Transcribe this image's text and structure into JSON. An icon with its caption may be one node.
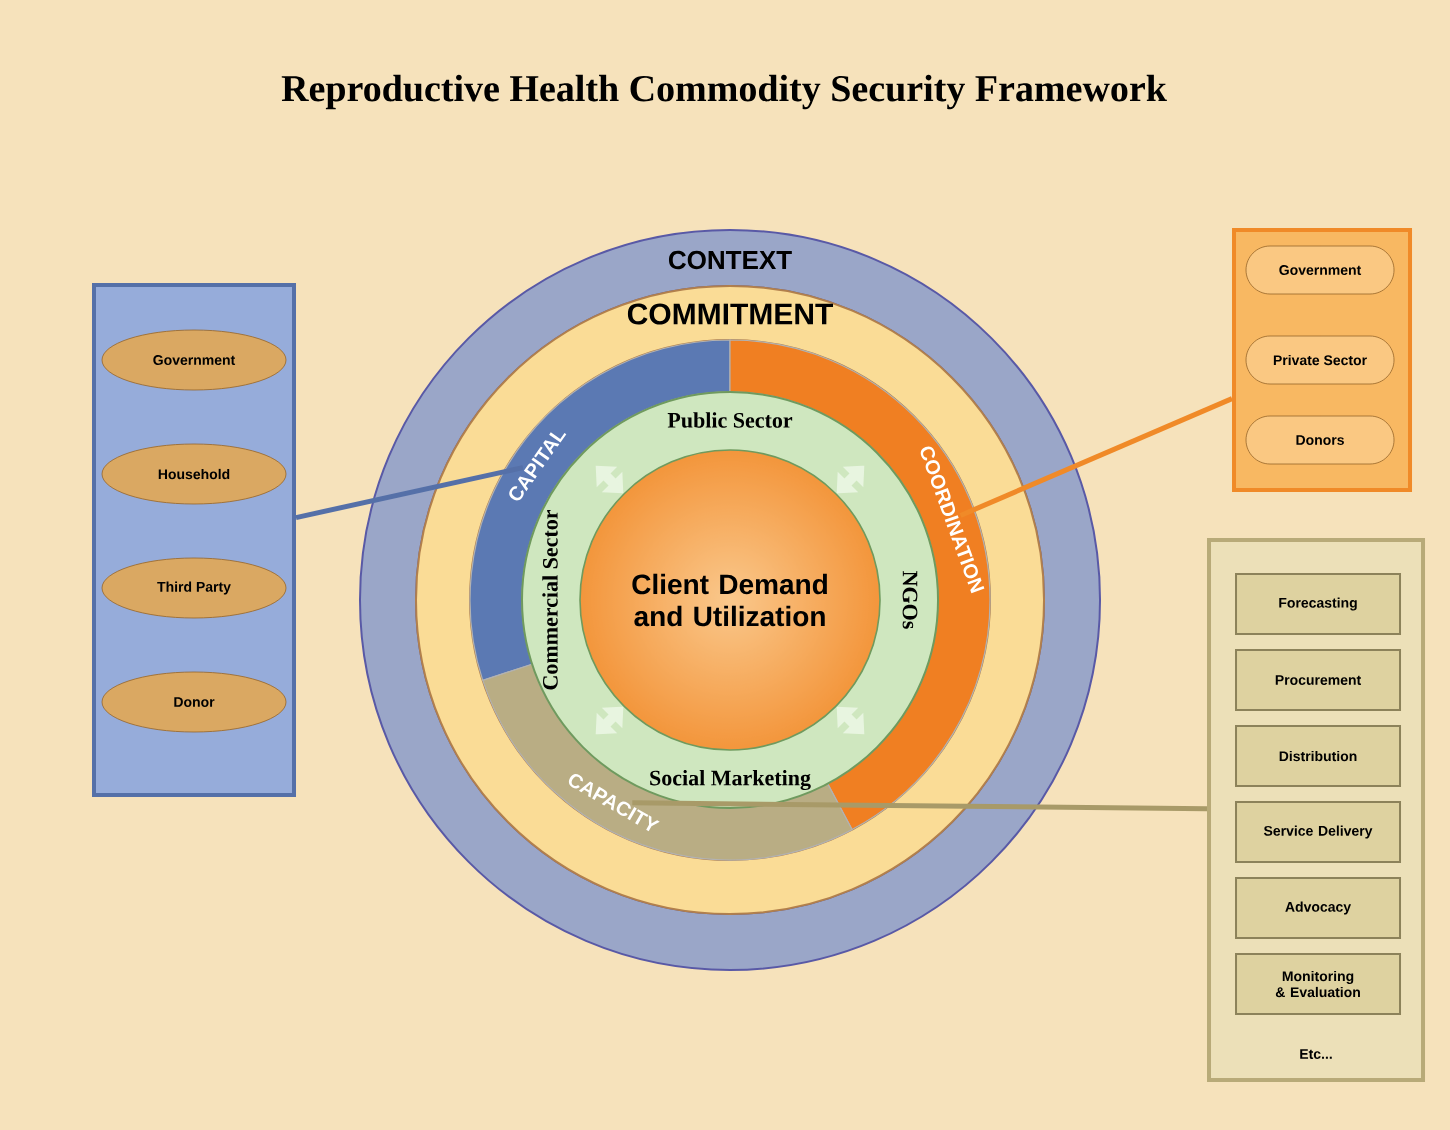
{
  "diagram": {
    "title": "Reproductive Health Commodity Security Framework",
    "nodes": [
      {
        "text": [
          "CONTEXT"
        ]
      },
      {
        "text": [
          "COMMITMENT"
        ],
        "in": 0
      },
      {
        "text": [
          "CAPITAL"
        ],
        "in": 1
      },
      {
        "text": [
          "COORDINATION"
        ],
        "in": 1
      },
      {
        "text": [
          "CAPACITY"
        ],
        "in": 1
      },
      {
        "text": [
          "Public Sector",
          "Commercial Sector",
          "NGOs",
          "Social Marketing"
        ],
        "in": 1
      },
      {
        "text": [
          "Client Demand and Utilization"
        ],
        "in": 5
      },
      {
        "text": [],
        "shape": "box"
      },
      {
        "text": [
          "Government"
        ],
        "in": 7
      },
      {
        "text": [
          "Household"
        ],
        "in": 7
      },
      {
        "text": [
          "Third Party"
        ],
        "in": 7
      },
      {
        "text": [
          "Donor"
        ],
        "in": 7
      },
      {
        "text": [],
        "shape": "box"
      },
      {
        "text": [
          "Government"
        ],
        "in": 12
      },
      {
        "text": [
          "Private Sector"
        ],
        "in": 12
      },
      {
        "text": [
          "Donors"
        ],
        "in": 12
      },
      {
        "text": [
          "Etc..."
        ]
      },
      {
        "text": [
          "Forecasting"
        ],
        "in": 16
      },
      {
        "text": [
          "Procurement"
        ],
        "in": 16
      },
      {
        "text": [
          "Distribution"
        ],
        "in": 16
      },
      {
        "text": [
          "Service Delivery"
        ],
        "in": 16
      },
      {
        "text": [
          "Advocacy"
        ],
        "in": 16
      },
      {
        "text": [
          "Monitoring & Evaluation"
        ],
        "in": 16
      }
    ],
    "edges": [
      {
        "from": 7,
        "to": 2,
        "arrow": "none",
        "color": "#5570a8"
      },
      {
        "from": 12,
        "to": 3,
        "arrow": "none",
        "color": "#f08a28"
      },
      {
        "from": 16,
        "to": 4,
        "arrow": "none",
        "color": "#a89a68"
      },
      {
        "from": 5,
        "to": 6,
        "arrow": "both"
      },
      {
        "from": 5,
        "to": 6,
        "arrow": "both"
      },
      {
        "from": 5,
        "to": 6,
        "arrow": "both"
      },
      {
        "from": 5,
        "to": 6,
        "arrow": "both"
      }
    ]
  }
}
